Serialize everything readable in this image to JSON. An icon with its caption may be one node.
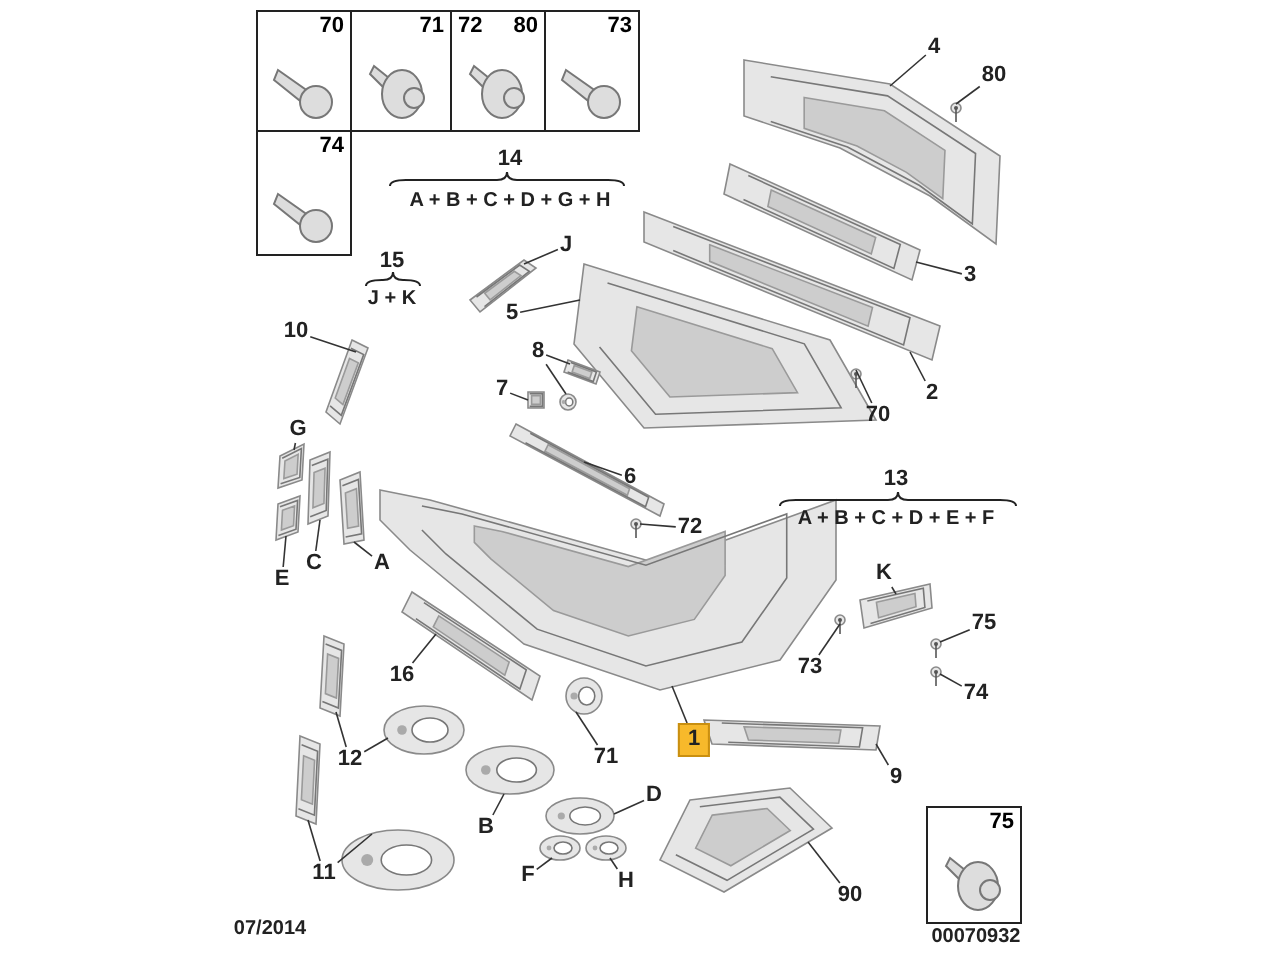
{
  "diagram": {
    "nodes": [
      {
        "text": [
          "70"
        ]
      },
      {
        "text": [
          "71"
        ]
      },
      {
        "text": [
          "72",
          "80"
        ]
      },
      {
        "text": [
          "73"
        ]
      },
      {
        "text": [
          "74"
        ]
      },
      {
        "text": [
          "4"
        ]
      },
      {
        "text": [
          "80"
        ]
      },
      {
        "text": [
          "J"
        ]
      },
      {
        "text": [
          "3"
        ]
      },
      {
        "text": [
          "5"
        ]
      },
      {
        "text": [
          "10"
        ]
      },
      {
        "text": [
          "8"
        ]
      },
      {
        "text": [
          "2"
        ]
      },
      {
        "text": [
          "7"
        ]
      },
      {
        "text": [
          "70"
        ]
      },
      {
        "text": [
          "G"
        ]
      },
      {
        "text": [
          "6"
        ]
      },
      {
        "text": [
          "72"
        ]
      },
      {
        "text": [
          "K"
        ]
      },
      {
        "text": [
          "75"
        ]
      },
      {
        "text": [
          "E"
        ]
      },
      {
        "text": [
          "C"
        ]
      },
      {
        "text": [
          "A"
        ]
      },
      {
        "text": [
          "73"
        ]
      },
      {
        "text": [
          "74"
        ]
      },
      {
        "text": [
          "16"
        ]
      },
      {
        "text": [
          "12"
        ]
      },
      {
        "text": [
          "71"
        ]
      },
      {
        "text": [
          "1"
        ]
      },
      {
        "text": [
          "9"
        ]
      },
      {
        "text": [
          "B"
        ]
      },
      {
        "text": [
          "D"
        ]
      },
      {
        "text": [
          "F"
        ]
      },
      {
        "text": [
          "H"
        ]
      },
      {
        "text": [
          "11"
        ]
      },
      {
        "text": [
          "90"
        ]
      },
      {
        "text": [
          "75"
        ]
      },
      {
        "text": [],
        "shape": "picture"
      },
      {
        "text": [],
        "shape": "picture"
      },
      {
        "text": [],
        "shape": "picture"
      },
      {
        "text": [],
        "shape": "picture"
      },
      {
        "text": [],
        "shape": "picture"
      },
      {
        "text": [],
        "shape": "picture"
      },
      {
        "text": [],
        "shape": "picture"
      },
      {
        "text": [],
        "shape": "picture"
      },
      {
        "text": [],
        "shape": "picture"
      },
      {
        "text": [],
        "shape": "picture"
      },
      {
        "text": [],
        "shape": "picture"
      },
      {
        "text": [],
        "shape": "picture"
      },
      {
        "text": [],
        "shape": "picture"
      },
      {
        "text": [],
        "shape": "picture"
      },
      {
        "text": [],
        "shape": "picture"
      },
      {
        "text": [],
        "shape": "picture"
      },
      {
        "text": [],
        "shape": "picture"
      },
      {
        "text": [],
        "shape": "picture"
      },
      {
        "text": [],
        "shape": "picture"
      },
      {
        "text": [],
        "shape": "picture"
      },
      {
        "text": [],
        "shape": "picture"
      },
      {
        "text": [],
        "shape": "picture"
      },
      {
        "text": [],
        "shape": "picture"
      },
      {
        "text": [],
        "shape": "picture"
      },
      {
        "text": [],
        "shape": "picture"
      },
      {
        "text": [],
        "shape": "picture"
      },
      {
        "text": [],
        "shape": "picture"
      },
      {
        "text": [],
        "shape": "picture"
      },
      {
        "text": [],
        "shape": "picture"
      },
      {
        "text": [],
        "shape": "picture"
      },
      {
        "text": [],
        "shape": "picture"
      },
      {
        "text": [],
        "shape": "picture"
      },
      {
        "text": [],
        "shape": "picture"
      },
      {
        "text": [],
        "shape": "picture"
      }
    ],
    "edges": [
      {
        "from": 5,
        "to": 37,
        "arrow": "none"
      },
      {
        "from": 6,
        "to": 38,
        "arrow": "none"
      },
      {
        "from": 7,
        "to": 39,
        "arrow": "none"
      },
      {
        "from": 8,
        "to": 40,
        "arrow": "none"
      },
      {
        "from": 9,
        "to": 41,
        "arrow": "none"
      },
      {
        "from": 10,
        "to": 42,
        "arrow": "none"
      },
      {
        "from": 11,
        "to": 43,
        "arrow": "none"
      },
      {
        "from": 11,
        "to": 44,
        "arrow": "none"
      },
      {
        "from": 12,
        "to": 45,
        "arrow": "none"
      },
      {
        "from": 13,
        "to": 46,
        "arrow": "none"
      },
      {
        "from": 14,
        "to": 47,
        "arrow": "none"
      },
      {
        "from": 15,
        "to": 48,
        "arrow": "none"
      },
      {
        "from": 16,
        "to": 49,
        "arrow": "none"
      },
      {
        "from": 17,
        "to": 50,
        "arrow": "none"
      },
      {
        "from": 18,
        "to": 51,
        "arrow": "none"
      },
      {
        "from": 19,
        "to": 52,
        "arrow": "none"
      },
      {
        "from": 20,
        "to": 53,
        "arrow": "none"
      },
      {
        "from": 21,
        "to": 54,
        "arrow": "none"
      },
      {
        "from": 22,
        "to": 55,
        "arrow": "none"
      },
      {
        "from": 23,
        "to": 56,
        "arrow": "none"
      },
      {
        "from": 24,
        "to": 57,
        "arrow": "none"
      },
      {
        "from": 25,
        "to": 58,
        "arrow": "none"
      },
      {
        "from": 26,
        "to": 59,
        "arrow": "none"
      },
      {
        "from": 26,
        "to": 60,
        "arrow": "none"
      },
      {
        "from": 27,
        "to": 61,
        "arrow": "none"
      },
      {
        "from": 28,
        "to": 62,
        "arrow": "none"
      },
      {
        "from": 29,
        "to": 63,
        "arrow": "none"
      },
      {
        "from": 30,
        "to": 64,
        "arrow": "none"
      },
      {
        "from": 31,
        "to": 65,
        "arrow": "none"
      },
      {
        "from": 32,
        "to": 66,
        "arrow": "none"
      },
      {
        "from": 33,
        "to": 67,
        "arrow": "none"
      },
      {
        "from": 34,
        "to": 68,
        "arrow": "none"
      },
      {
        "from": 34,
        "to": 69,
        "arrow": "none"
      },
      {
        "from": 35,
        "to": 70,
        "arrow": "none"
      }
    ],
    "labels": [
      "14",
      "A + B + C + D + G + H",
      "15",
      "J + K",
      "13",
      "A + B + C + D + E + F",
      "07/2014",
      "00070932"
    ]
  }
}
